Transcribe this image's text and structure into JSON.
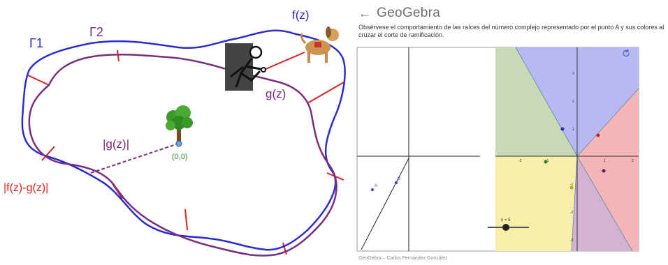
{
  "left_diagram": {
    "labels": {
      "gamma1": "Γ1",
      "gamma2": "Γ2",
      "fz": "f(z)",
      "gz": "g(z)",
      "abs_gz": "|g(z)|",
      "abs_fz_minus_gz": "|f(z)-g(z)|",
      "origin": "(0,0)"
    },
    "colors": {
      "blue_curve": "#2b2bd6",
      "purple_curve": "#7b2d7e",
      "red_segments": "#e0201e",
      "green_label": "#3a8a2a",
      "purple_label": "#7a2a7a"
    }
  },
  "geogebra": {
    "header": {
      "back_icon": "arrow-left-icon",
      "title": "GeoGebra"
    },
    "description": "Obsérvese el comportamiento de las raíces del número complejo representado por el punto A y sus colores al cruzar el corte de ramificación.",
    "footer": "GeoGebra – Carlos Fernández González",
    "left_graphics": {
      "points": [
        {
          "label": "A"
        },
        {
          "label": "B"
        }
      ]
    },
    "right_graphics": {
      "x_ticks": [
        "-2",
        "-1",
        "1",
        "2"
      ],
      "y_ticks": [
        "3",
        "2",
        "1",
        "-1",
        "-2",
        "-3"
      ],
      "slider_label": "n = 5",
      "refresh_icon": "refresh-icon",
      "sector_colors": [
        "#b8b9f3",
        "#f3b5b8",
        "#c9d9b5",
        "#f6eeaa",
        "#d3b3d1"
      ]
    }
  }
}
